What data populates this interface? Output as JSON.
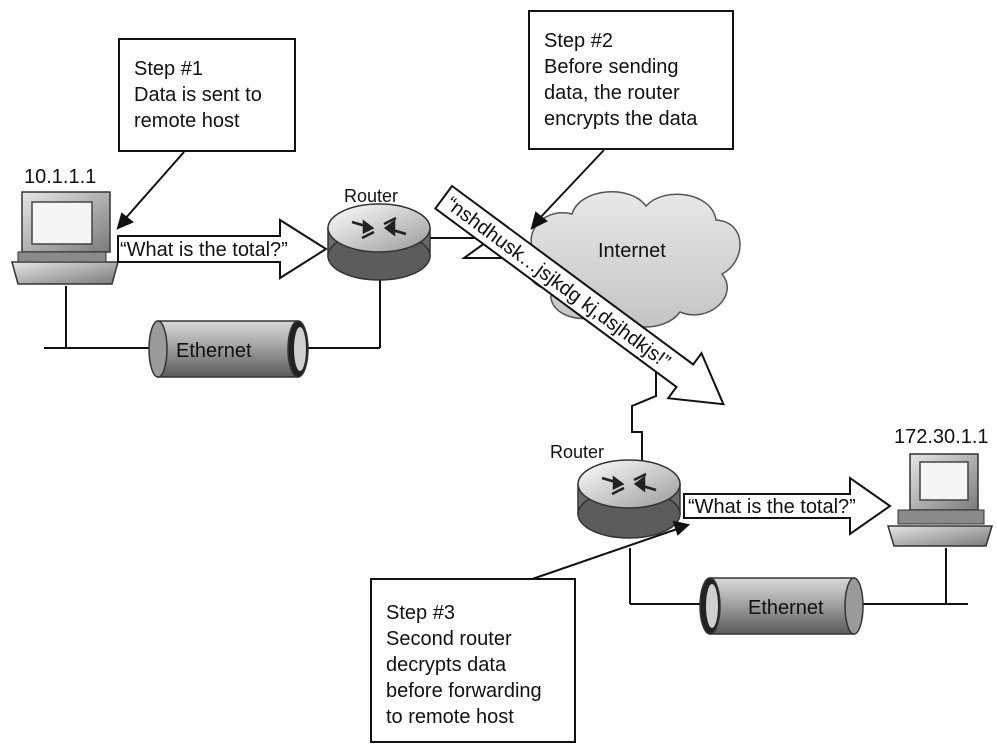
{
  "step1": {
    "title": "Step #1",
    "line1": "Data is sent to",
    "line2": "remote host"
  },
  "step2": {
    "title": "Step #2",
    "line1": "Before sending",
    "line2": "data, the router",
    "line3": "encrypts the data"
  },
  "step3": {
    "title": "Step #3",
    "line1": "Second router",
    "line2": "decrypts data",
    "line3": "before forwarding",
    "line4": "to remote host"
  },
  "host_left": {
    "ip": "10.1.1.1"
  },
  "host_right": {
    "ip": "172.30.1.1"
  },
  "router_left": {
    "label": "Router"
  },
  "router_right": {
    "label": "Router"
  },
  "cloud": {
    "label": "Internet"
  },
  "message_plain_left": "“What is the total?”",
  "message_plain_right": "“What is the total?”",
  "message_encrypted": "“nshdhusk…jsjkdg kj,dsjhdkjs!”",
  "ethernet_left": "Ethernet",
  "ethernet_right": "Ethernet"
}
